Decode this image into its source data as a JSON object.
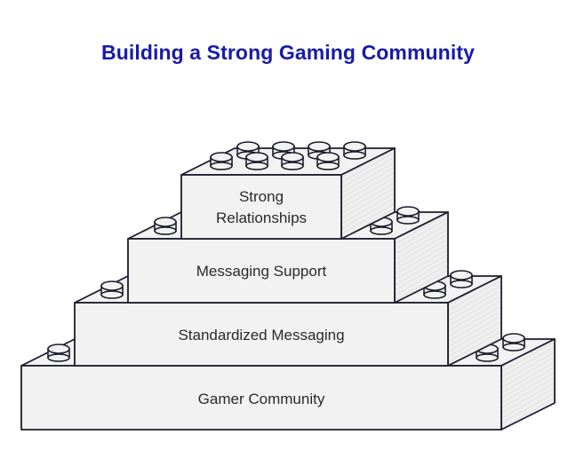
{
  "title": "Building a Strong Gaming Community",
  "colors": {
    "title": "#1a1aa8",
    "brick_fill": "#f2f2f2",
    "outline": "#1c1c2c"
  },
  "layers": [
    {
      "label": "Strong Relationships",
      "lines": [
        "Strong",
        "Relationships"
      ]
    },
    {
      "label": "Messaging Support",
      "lines": [
        "Messaging Support"
      ]
    },
    {
      "label": "Standardized Messaging",
      "lines": [
        "Standardized Messaging"
      ]
    },
    {
      "label": "Gamer Community",
      "lines": [
        "Gamer Community"
      ]
    }
  ]
}
